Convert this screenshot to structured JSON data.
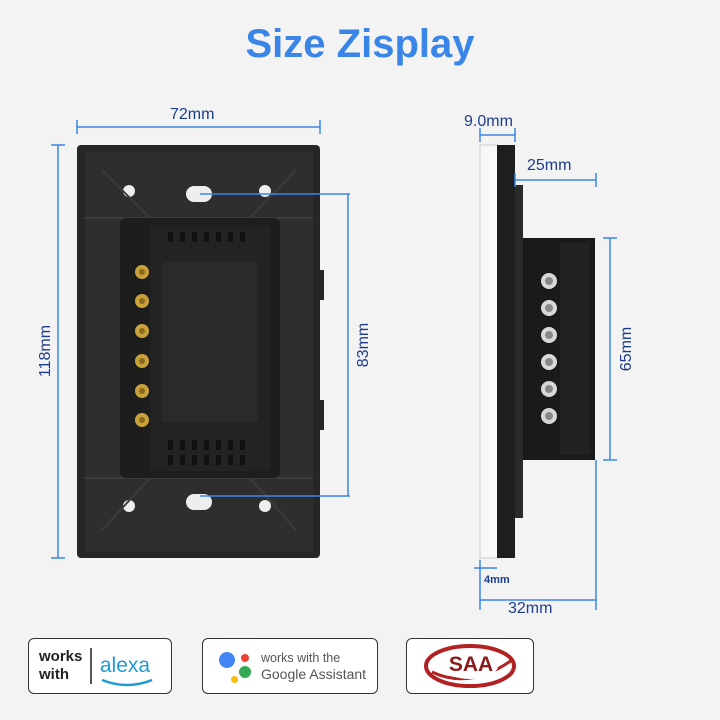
{
  "title": "Size Zisplay",
  "front": {
    "width_label": "72mm",
    "height_label": "118mm",
    "inner_label": "83mm"
  },
  "side": {
    "thickness_label": "9.0mm",
    "depth_label": "25mm",
    "height_label": "65mm",
    "gap_label": "4mm",
    "total_label": "32mm"
  },
  "badges": {
    "alexa_works": "works",
    "alexa_with": "with",
    "alexa_brand": "alexa",
    "google_line1": "works with the",
    "google_line2": "Google Assistant",
    "saa": "SAA"
  },
  "colors": {
    "title": "#3a86e8",
    "dimension_line": "#3a86e8",
    "dimension_text": "#1d3d8a",
    "panel": "#262626"
  }
}
